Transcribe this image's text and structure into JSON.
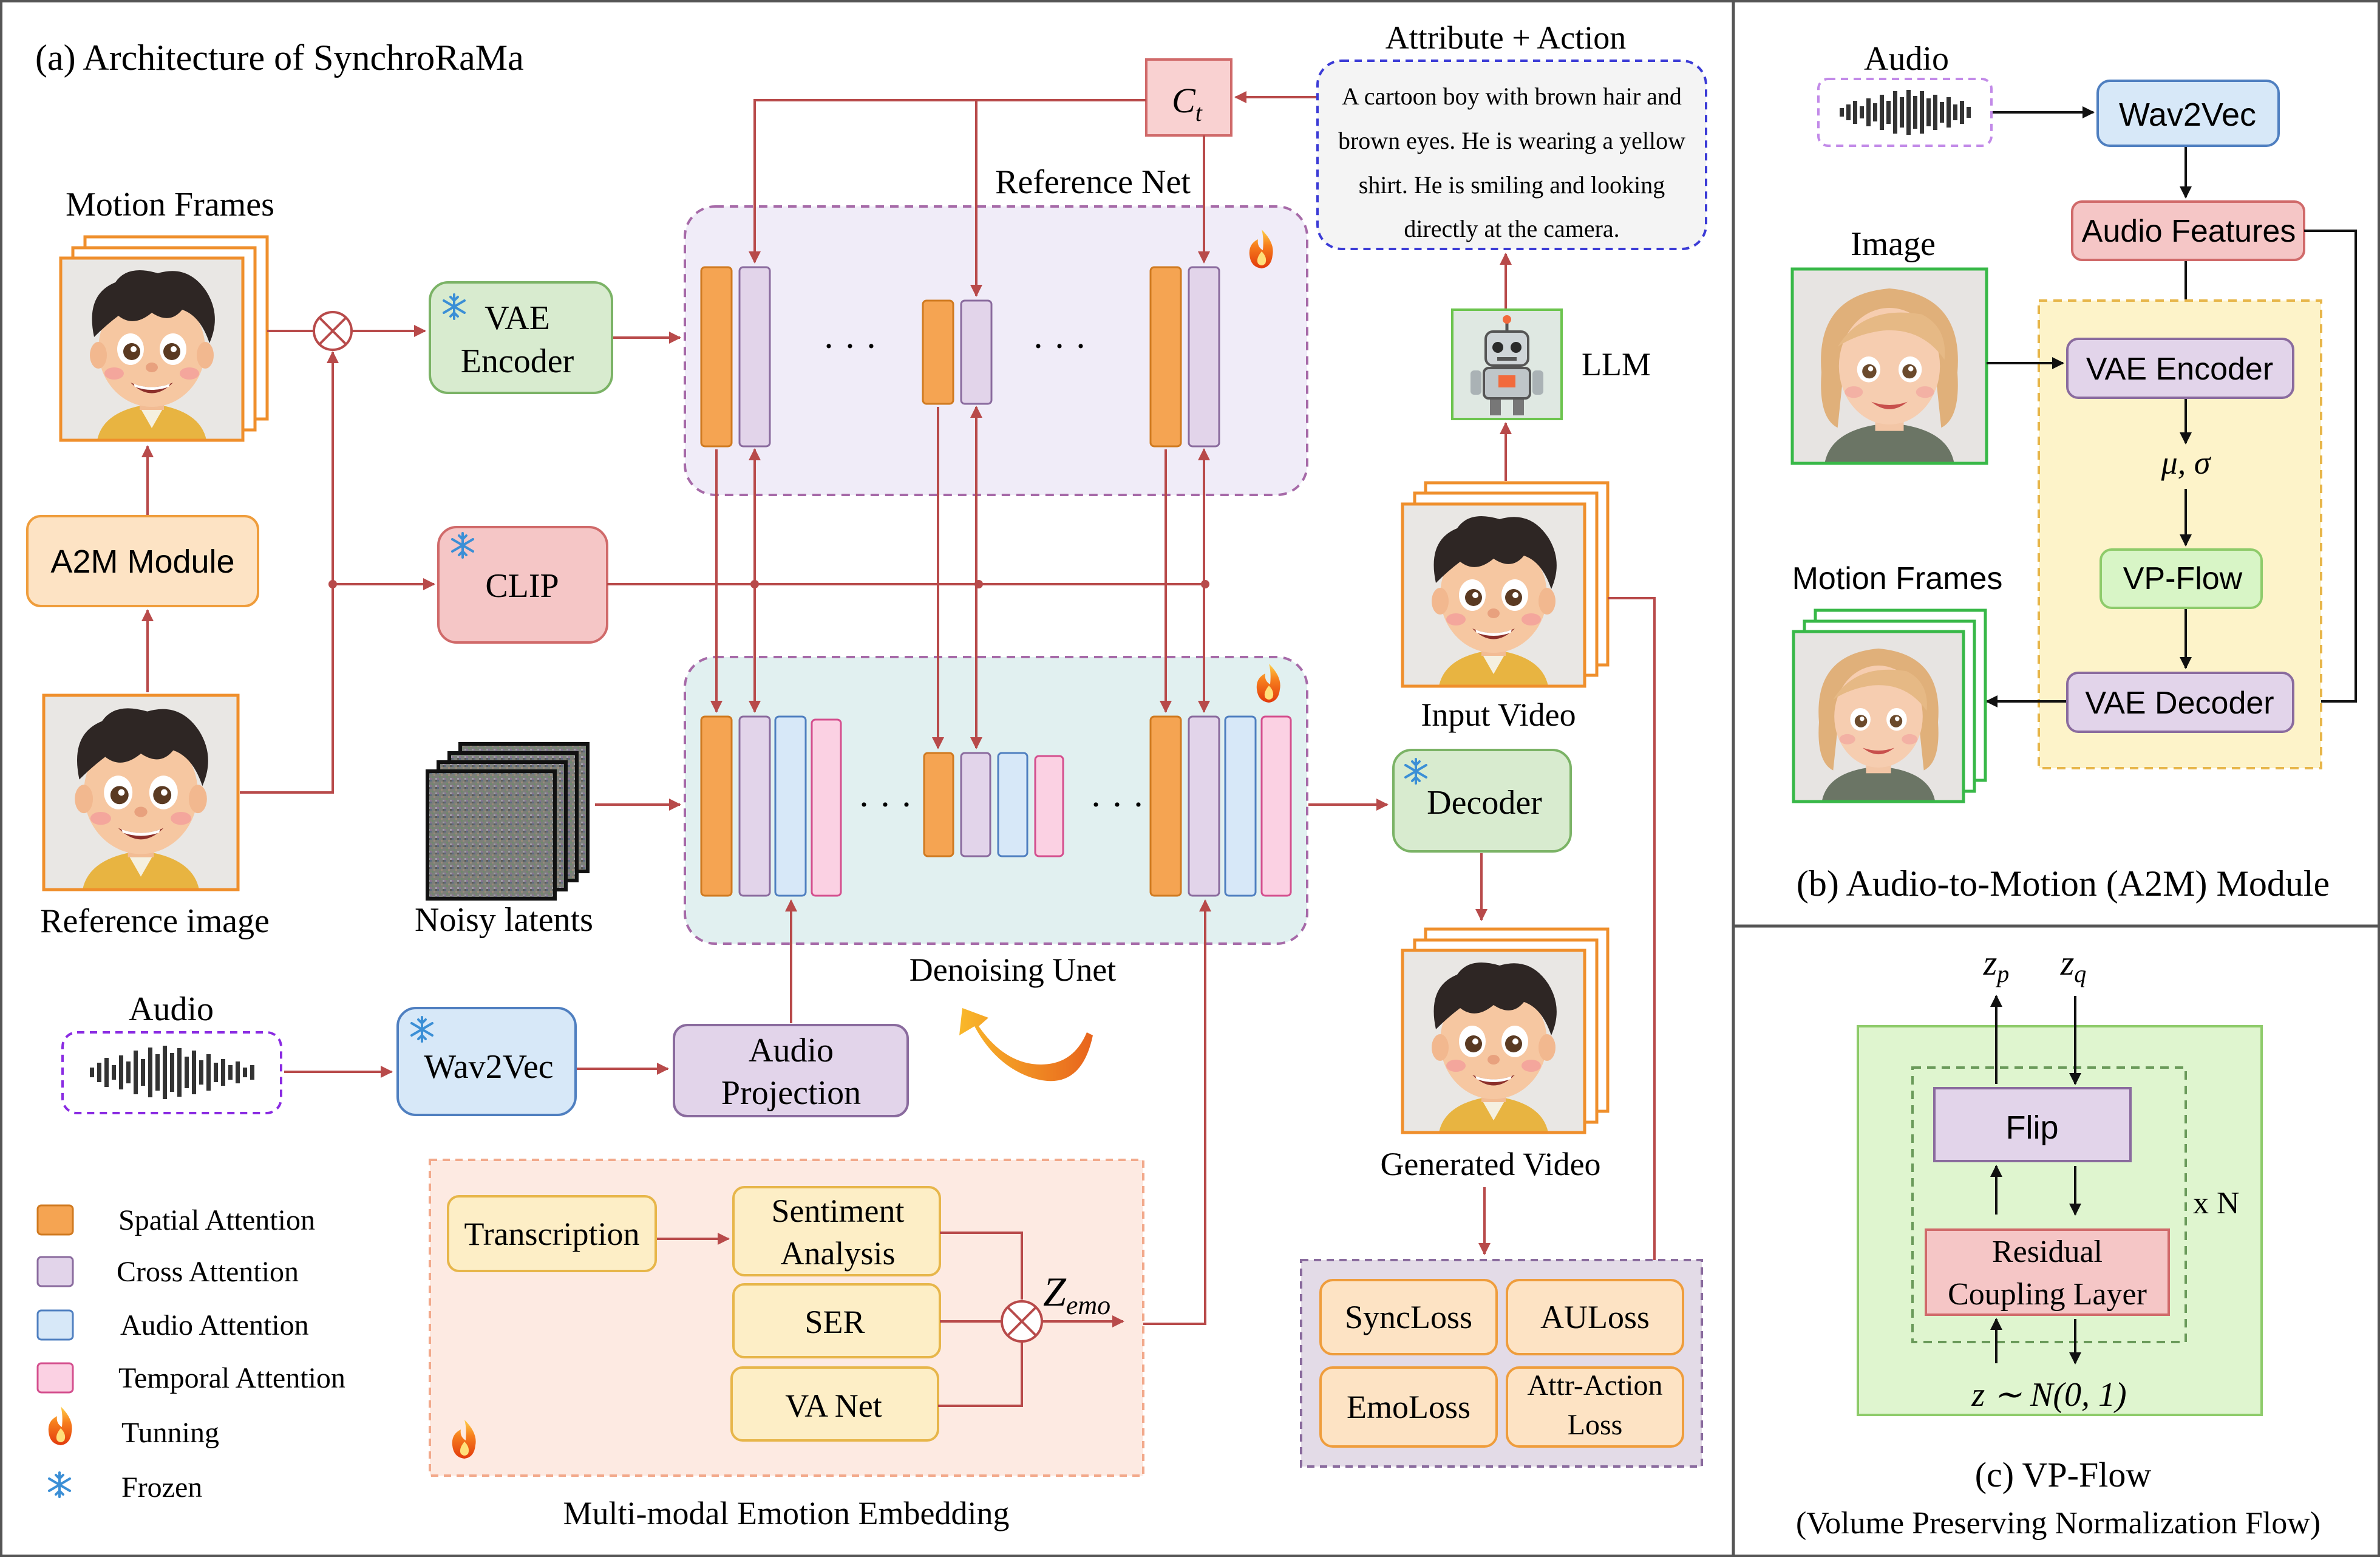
{
  "panel_a": {
    "title": "(a) Architecture of SynchroRaMa",
    "motion_frames": "Motion Frames",
    "a2m_module": "A2M Module",
    "reference_image": "Reference image",
    "vae_encoder_line1": "VAE",
    "vae_encoder_line2": "Encoder",
    "clip": "CLIP",
    "reference_net": "Reference Net",
    "ct_base": "C",
    "ct_sub": "t",
    "attr_action_title": "Attribute + Action",
    "caption_lines": [
      "A cartoon boy with brown hair and",
      "brown eyes. He is wearing a yellow",
      "shirt. He is smiling and looking",
      "directly at the camera."
    ],
    "llm": "LLM",
    "input_video": "Input Video",
    "noisy_latents": "Noisy latents",
    "denoising_unet": "Denoising Unet",
    "decoder": "Decoder",
    "generated_video": "Generated Video",
    "audio": "Audio",
    "wav2vec": "Wav2Vec",
    "audio_projection_line1": "Audio",
    "audio_projection_line2": "Projection",
    "ellipsis": "· · ·",
    "emotion": {
      "title": "Multi-modal Emotion Embedding",
      "transcription": "Transcription",
      "sentiment_line1": "Sentiment",
      "sentiment_line2": "Analysis",
      "ser": "SER",
      "va_net": "VA Net",
      "z_base": "Z",
      "z_sub": "emo"
    },
    "losses": {
      "sync": "SyncLoss",
      "au": "AULoss",
      "emo": "EmoLoss",
      "attr_line1": "Attr-Action",
      "attr_line2": "Loss"
    },
    "legend": [
      {
        "label": "Spatial Attention",
        "color": "#f5a452"
      },
      {
        "label": "Cross Attention",
        "color": "#e2d4ea"
      },
      {
        "label": "Audio Attention",
        "color": "#d7e8f8"
      },
      {
        "label": "Temporal Attention",
        "color": "#fbd1e3"
      },
      {
        "label": "Tunning",
        "icon": "flame-icon"
      },
      {
        "label": "Frozen",
        "icon": "snowflake-icon"
      }
    ]
  },
  "panel_b": {
    "title": "(b) Audio-to-Motion (A2M) Module",
    "audio": "Audio",
    "wav2vec": "Wav2Vec",
    "audio_features": "Audio Features",
    "image": "Image",
    "vae_encoder": "VAE Encoder",
    "mu_sigma": "μ, σ",
    "vp_flow": "VP-Flow",
    "motion_frames": "Motion Frames",
    "vae_decoder": "VAE Decoder"
  },
  "panel_c": {
    "title": "(c) VP-Flow",
    "subtitle": "(Volume Preserving Normalization Flow)",
    "zp_base": "z",
    "zp_sub": "p",
    "zq_base": "z",
    "zq_sub": "q",
    "flip": "Flip",
    "residual_line1": "Residual",
    "residual_line2": "Coupling Layer",
    "times_n": "x N",
    "z_dist": "z ∼ N(0, 1)"
  },
  "colors": {
    "arrow": "#b84a4a",
    "spatial": "#f5a452",
    "cross": "#e2d4ea",
    "audio_attn": "#d7e8f8",
    "temporal": "#fbd1e3",
    "vae_green": "#d8ebcf",
    "clip_red": "#f5c6c6",
    "ref_net_bg": "#f0ecf8",
    "unet_bg": "#e1f0f0",
    "emotion_bg": "#fdeae2",
    "loss_bg": "#e3dbe7",
    "panel_c_green": "#dff5cf"
  }
}
